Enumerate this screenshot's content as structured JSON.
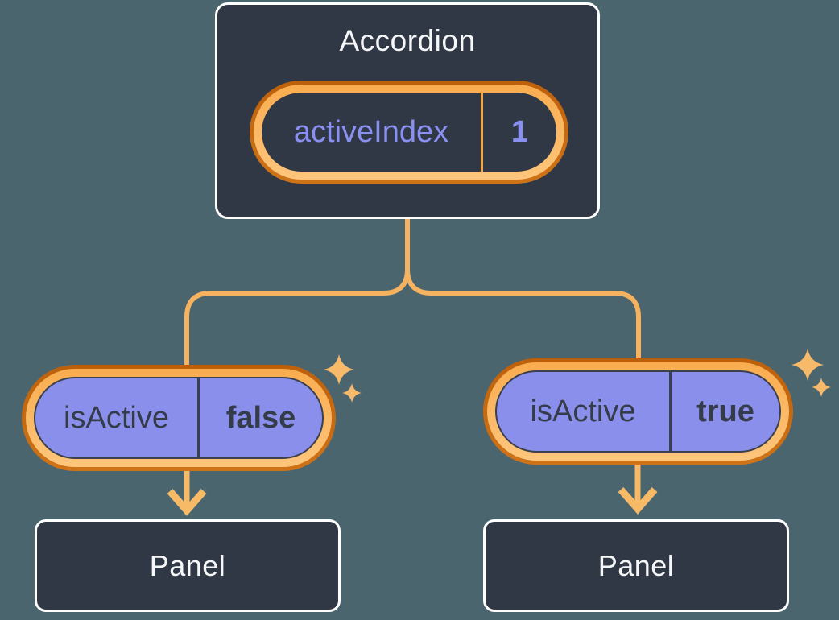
{
  "palette": {
    "background": "#4B656F",
    "box_background": "#313845",
    "box_border": "#FFFFFF",
    "text_light": "#F6F7F9",
    "purple_fill": "#8B8FEC",
    "purple_text": "#8A90F1",
    "dark_text": "#353C49",
    "ring_orange_dark": "#BC600C",
    "ring_orange_light": "#F9AC4F",
    "connector_line": "#F5B260",
    "sparkle": "#F7B96A"
  },
  "accordion": {
    "title": "Accordion",
    "state": {
      "name": "activeIndex",
      "value": "1"
    }
  },
  "children": [
    {
      "prop": {
        "name": "isActive",
        "value": "false"
      },
      "panel": {
        "title": "Panel"
      }
    },
    {
      "prop": {
        "name": "isActive",
        "value": "true"
      },
      "panel": {
        "title": "Panel"
      }
    }
  ],
  "icons": {
    "sparkle": "four-point sparkle star",
    "arrow": "downward arrow"
  }
}
